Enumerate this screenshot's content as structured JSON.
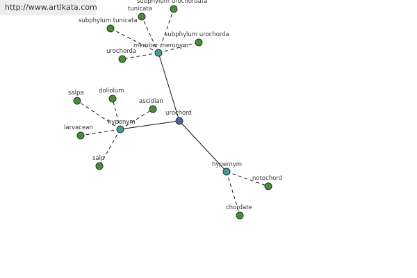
{
  "watermark": {
    "text": "http://www.artikata.com"
  },
  "colors": {
    "root": "#5b5ba8",
    "relation": "#4a9a9a",
    "leaf": "#4e8a3e",
    "edge": "#111111"
  },
  "graph": {
    "nodes": [
      {
        "id": "urochord",
        "label": "urochord",
        "kind": "root"
      },
      {
        "id": "member-meronym",
        "label": "member meronym",
        "kind": "relation"
      },
      {
        "id": "hyponym",
        "label": "hyponym",
        "kind": "relation"
      },
      {
        "id": "hypernym",
        "label": "hypernym",
        "kind": "relation"
      },
      {
        "id": "subphylum-urochordata",
        "label": "subphylum urochordata",
        "kind": "leaf"
      },
      {
        "id": "tunicata",
        "label": "tunicata",
        "kind": "leaf"
      },
      {
        "id": "subphylum-tunicata",
        "label": "subphylum tunicata",
        "kind": "leaf"
      },
      {
        "id": "subphylum-urochorda",
        "label": "subphylum urochorda",
        "kind": "leaf"
      },
      {
        "id": "urochorda",
        "label": "urochorda",
        "kind": "leaf"
      },
      {
        "id": "salpa",
        "label": "salpa",
        "kind": "leaf"
      },
      {
        "id": "doliolum",
        "label": "doliolum",
        "kind": "leaf"
      },
      {
        "id": "ascidian",
        "label": "ascidian",
        "kind": "leaf"
      },
      {
        "id": "larvacean",
        "label": "larvacean",
        "kind": "leaf"
      },
      {
        "id": "salp",
        "label": "salp",
        "kind": "leaf"
      },
      {
        "id": "notochord",
        "label": "notochord",
        "kind": "leaf"
      },
      {
        "id": "chordate",
        "label": "chordate",
        "kind": "leaf"
      }
    ],
    "edges": [
      {
        "from": "urochord",
        "to": "member-meronym",
        "style": "solid"
      },
      {
        "from": "urochord",
        "to": "hyponym",
        "style": "solid"
      },
      {
        "from": "urochord",
        "to": "hypernym",
        "style": "solid"
      },
      {
        "from": "member-meronym",
        "to": "subphylum-urochordata",
        "style": "dashed"
      },
      {
        "from": "member-meronym",
        "to": "tunicata",
        "style": "dashed"
      },
      {
        "from": "member-meronym",
        "to": "subphylum-tunicata",
        "style": "dashed"
      },
      {
        "from": "member-meronym",
        "to": "subphylum-urochorda",
        "style": "dashed"
      },
      {
        "from": "member-meronym",
        "to": "urochorda",
        "style": "dashed"
      },
      {
        "from": "hyponym",
        "to": "salpa",
        "style": "dashed"
      },
      {
        "from": "hyponym",
        "to": "doliolum",
        "style": "dashed"
      },
      {
        "from": "hyponym",
        "to": "ascidian",
        "style": "dashed"
      },
      {
        "from": "hyponym",
        "to": "larvacean",
        "style": "dashed"
      },
      {
        "from": "hyponym",
        "to": "salp",
        "style": "dashed"
      },
      {
        "from": "hypernym",
        "to": "notochord",
        "style": "dashed"
      },
      {
        "from": "hypernym",
        "to": "chordate",
        "style": "dashed"
      }
    ]
  }
}
